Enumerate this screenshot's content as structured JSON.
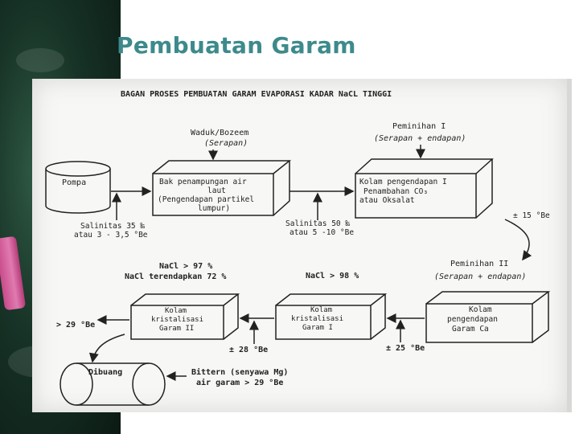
{
  "slide": {
    "title": "Pembuatan Garam"
  },
  "diagram": {
    "heading": "BAGAN PROSES PEMBUATAN GARAM EVAPORASI KADAR NaCL TINGGI",
    "waduk": {
      "line1": "Waduk/Bozeem",
      "line2": "(Serapan)"
    },
    "peminihan1": {
      "line1": "Peminihan I",
      "line2": "(Serapan + endapan)"
    },
    "pompa": "Pompa",
    "bak": {
      "line1": "Bak penampungan air",
      "line2": "laut",
      "line3": "(Pengendapan partikel",
      "line4": "lumpur)"
    },
    "kolam1": {
      "line1": "Kolam pengendapan I",
      "line2": "Penambahan CO₃",
      "line3": "atau Oksalat"
    },
    "salinitas1": {
      "line1": "Salinitas 35 ‰",
      "line2": "atau 3 - 3,5 °Be"
    },
    "salinitas2": {
      "line1": "Salinitas 50 ‰",
      "line2": "atau 5 -10 °Be"
    },
    "be15": "± 15 °Be",
    "peminihan2": {
      "line1": "Peminihan II",
      "line2": "(Serapan + endapan)"
    },
    "nacl97": "NaCl > 97 %",
    "nacl72": "NaCl terendapkan 72 %",
    "nacl98": "NaCl > 98 %",
    "kk2": {
      "line1": "Kolam",
      "line2": "kristalisasi",
      "line3": "Garam II"
    },
    "kk1": {
      "line1": "Kolam",
      "line2": "kristalisasi",
      "line3": "Garam I"
    },
    "kpca": {
      "line1": "Kolam",
      "line2": "pengendapan",
      "line3": "Garam Ca"
    },
    "be29": "> 29 °Be",
    "be28": "± 28 °Be",
    "be25": "± 25 °Be",
    "dibuang": "Dibuang",
    "bittern": {
      "line1": "Bittern (senyawa Mg)",
      "line2": "air garam > 29 °Be"
    }
  }
}
